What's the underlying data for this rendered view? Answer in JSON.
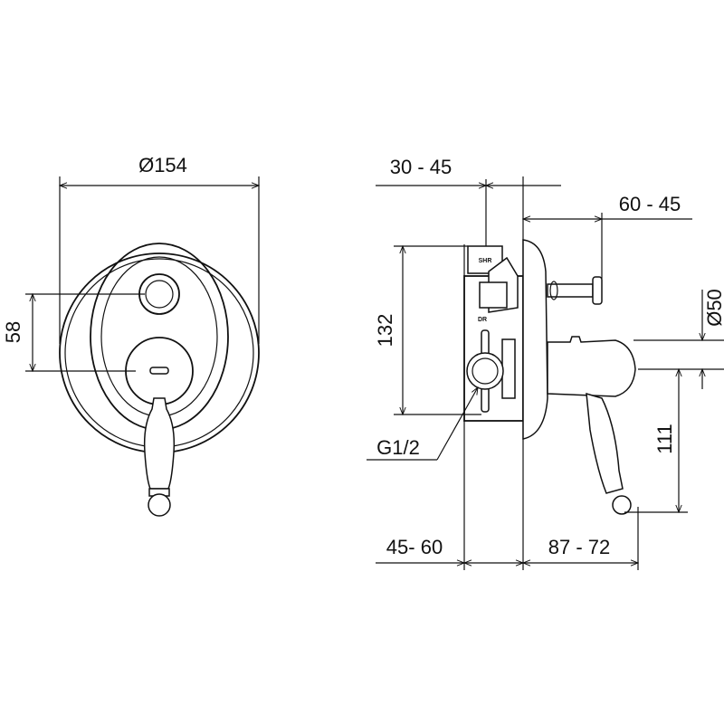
{
  "front_view": {
    "diameter_label": "Ø154",
    "spacing_label": "58"
  },
  "side_view": {
    "top_depth_label": "30 - 45",
    "stem_label": "60 - 45",
    "height_label": "132",
    "handle_diameter_label": "Ø50",
    "connection_label": "G1/2",
    "lever_label": "111",
    "bottom_depth_label": "45- 60",
    "projection_label": "87 - 72",
    "shr_marking": "SHR",
    "dr_marking": "DR"
  }
}
